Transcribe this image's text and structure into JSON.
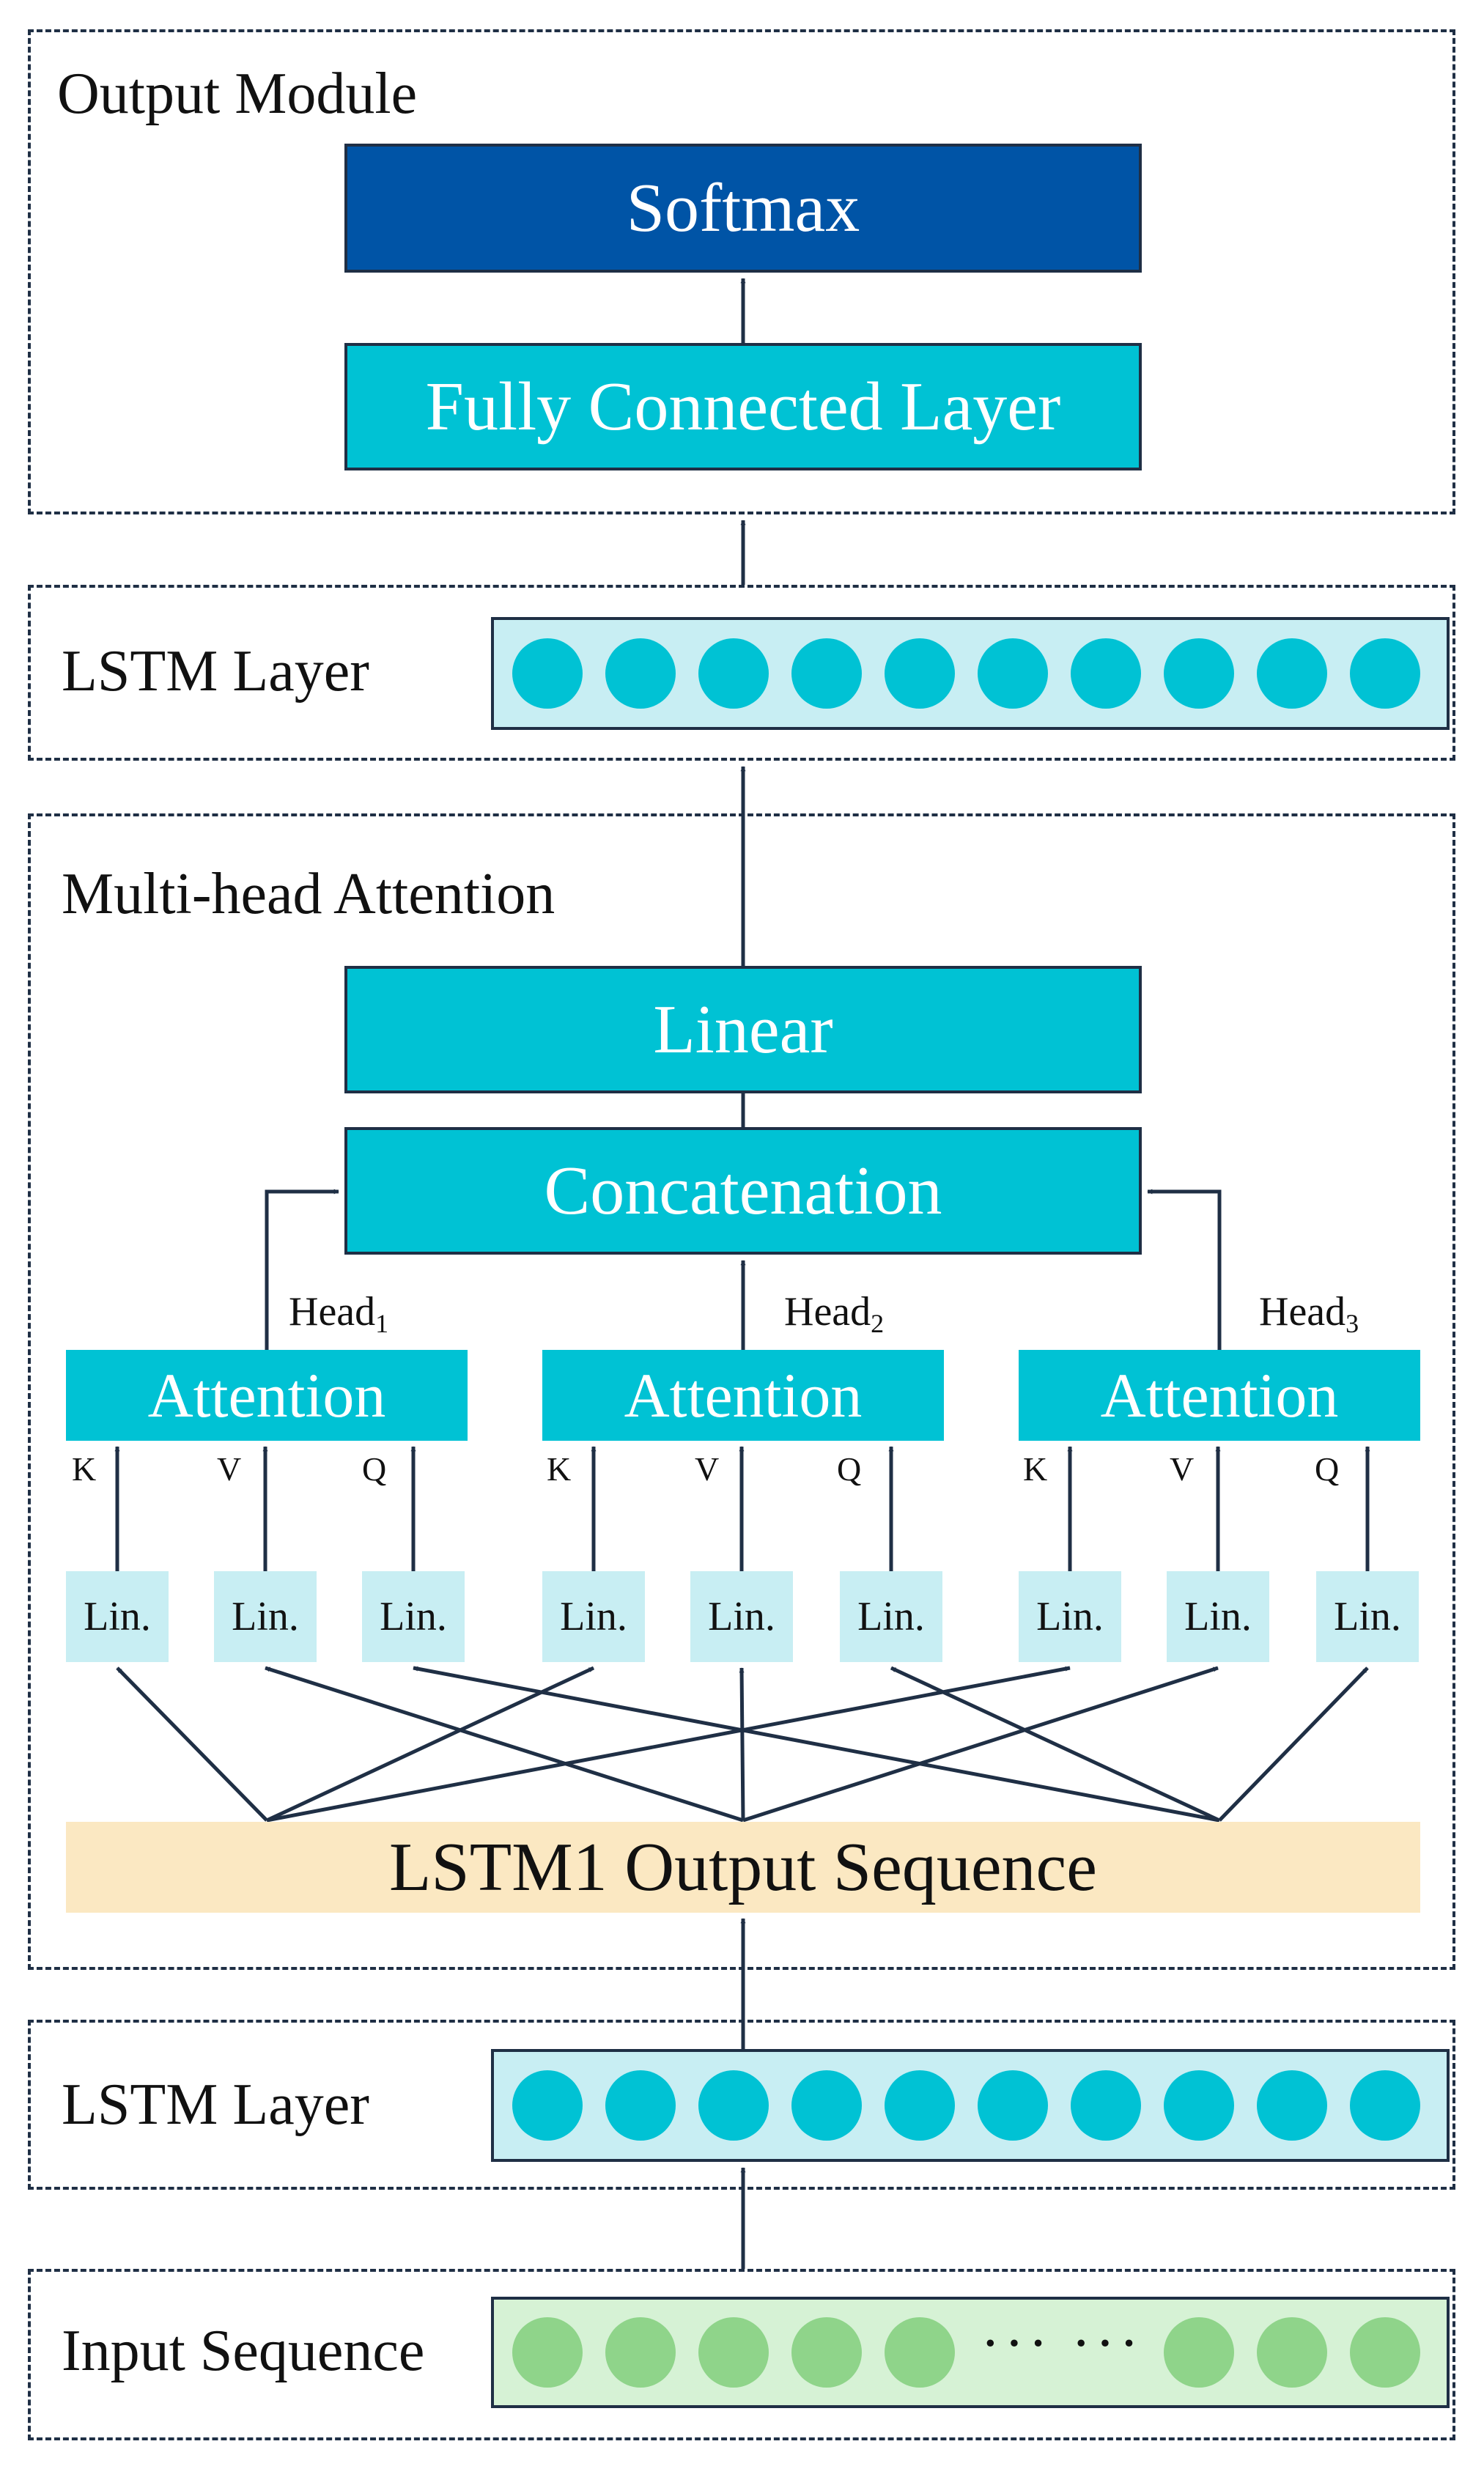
{
  "output_module": {
    "title": "Output Module",
    "softmax": "Softmax",
    "fully_connected": "Fully Connected Layer"
  },
  "lstm_layer_top": {
    "label": "LSTM Layer",
    "units": 10
  },
  "multi_head_attention": {
    "title": "Multi-head Attention",
    "linear": "Linear",
    "concatenation": "Concatenation",
    "heads": [
      {
        "name": "Head",
        "index": "1",
        "attention": "Attention",
        "k": "K",
        "v": "V",
        "q": "Q"
      },
      {
        "name": "Head",
        "index": "2",
        "attention": "Attention",
        "k": "K",
        "v": "V",
        "q": "Q"
      },
      {
        "name": "Head",
        "index": "3",
        "attention": "Attention",
        "k": "K",
        "v": "V",
        "q": "Q"
      }
    ],
    "lin_labels": [
      "Lin.",
      "Lin.",
      "Lin.",
      "Lin.",
      "Lin.",
      "Lin.",
      "Lin.",
      "Lin.",
      "Lin."
    ],
    "lstm1_output": "LSTM1 Output Sequence"
  },
  "lstm_layer_bottom": {
    "label": "LSTM Layer",
    "units": 10
  },
  "input_sequence": {
    "label": "Input Sequence",
    "ellipsis": "··· ···",
    "units_before": 5,
    "units_after": 3
  },
  "colors": {
    "teal": "#00c2d4",
    "navy": "#0054a6",
    "light_blue": "#c8eef3",
    "light_green": "#d6f2d5",
    "green_node": "#8fd48a",
    "cream": "#fbe8c2",
    "line": "#1f2f45"
  }
}
